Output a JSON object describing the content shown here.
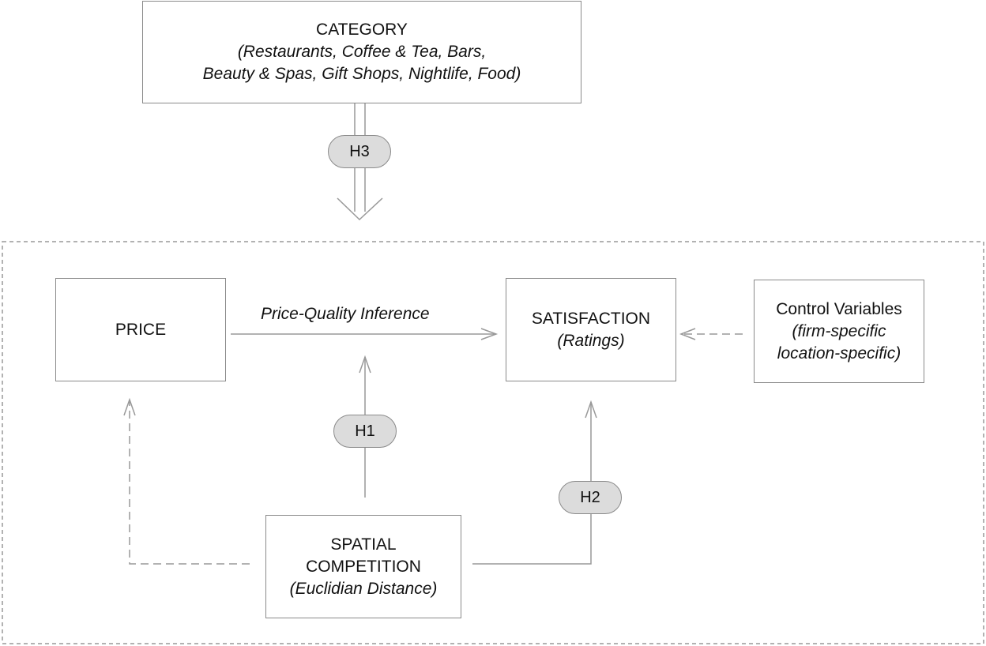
{
  "category": {
    "title": "CATEGORY",
    "line1": "(Restaurants, Coffee & Tea, Bars,",
    "line2": "Beauty & Spas, Gift Shops, Nightlife, Food)"
  },
  "price": {
    "title": "PRICE"
  },
  "satisfaction": {
    "title": "SATISFACTION",
    "subtitle": "(Ratings)"
  },
  "controls": {
    "title": "Control Variables",
    "line1": "(firm-specific",
    "line2": "location-specific)"
  },
  "spatial": {
    "line1": "SPATIAL",
    "line2": "COMPETITION",
    "line3": "(Euclidian Distance)"
  },
  "edge_label": "Price-Quality Inference",
  "hypotheses": {
    "h1": "H1",
    "h2": "H2",
    "h3": "H3"
  },
  "colors": {
    "line": "#999999",
    "pill_fill": "#dcdcdc",
    "border": "#8a8a8a"
  }
}
